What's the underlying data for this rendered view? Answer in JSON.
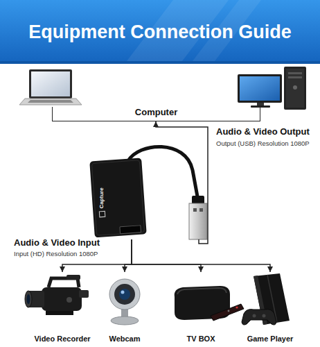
{
  "diagram": {
    "title": "Equipment Connection Guide",
    "nodes": [
      {
        "text": [
          "Computer"
        ]
      },
      {
        "text": [
          "Capture"
        ]
      },
      {
        "text": [
          "Video Recorder"
        ]
      },
      {
        "text": [
          "Webcam"
        ]
      },
      {
        "text": [
          "TV BOX"
        ]
      },
      {
        "text": [
          "Game Player"
        ]
      }
    ],
    "edges": [
      {
        "from": 1,
        "to": 0,
        "arrow": "to"
      },
      {
        "from": 1,
        "to": 2,
        "arrow": "to"
      },
      {
        "from": 1,
        "to": 3,
        "arrow": "to"
      },
      {
        "from": 1,
        "to": 4,
        "arrow": "to"
      },
      {
        "from": 1,
        "to": 5,
        "arrow": "to"
      }
    ],
    "labels": [
      "Audio & Video Output",
      "Output (USB) Resolution 1080P",
      "Audio & Video Input",
      "Input (HD) Resolution 1080P"
    ]
  }
}
